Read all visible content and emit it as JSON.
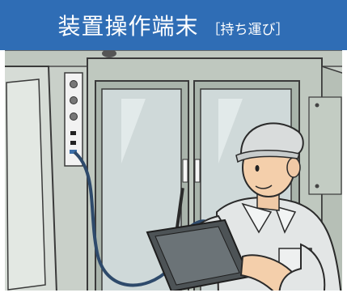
{
  "banner": {
    "title": "装置操作端末",
    "subtitle": "［持ち運び］",
    "background_color": "#2f6db5",
    "text_color": "#ffffff"
  },
  "illustration": {
    "description_icon": "worker-with-tablet-illustration"
  }
}
